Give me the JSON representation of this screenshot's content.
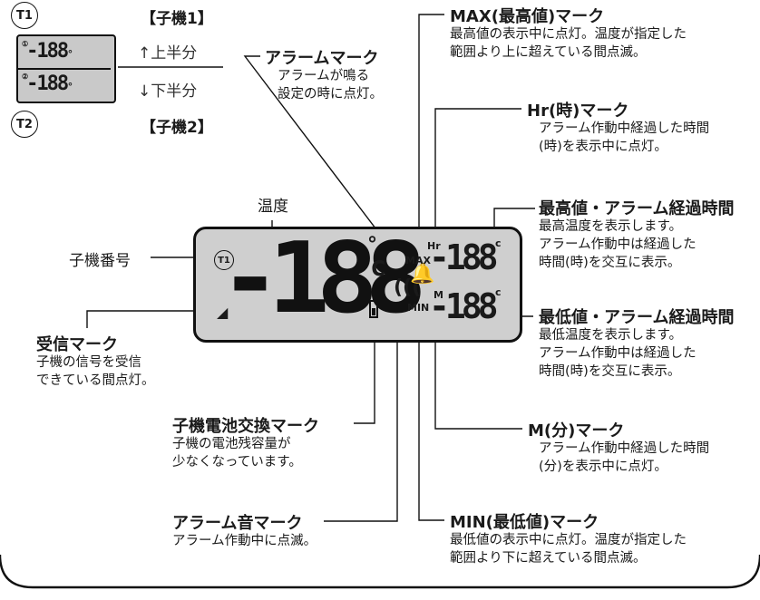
{
  "inset": {
    "t1": "T1",
    "t2": "T2",
    "unit1_label": "【子機1】",
    "unit2_label": "【子機2】",
    "upper_half": "↑上半分",
    "lower_half": "↓下半分"
  },
  "display": {
    "main_digits": "-188",
    "unit": "c",
    "upper_digits": "-188",
    "lower_digits": "-188",
    "small_c": "c",
    "t1": "T1",
    "hr": "Hr",
    "max": "MAX",
    "m": "M",
    "min": "MIN"
  },
  "labels": {
    "temperature": "温度",
    "unit_number": "子機番号"
  },
  "callouts": {
    "alarm_mark": {
      "title": "アラームマーク",
      "lines": [
        "アラームが鳴る",
        "設定の時に点灯。"
      ]
    },
    "max_mark": {
      "title": "MAX(最高値)マーク",
      "lines": [
        "最高値の表示中に点灯。温度が指定した",
        "範囲より上に超えている間点滅。"
      ]
    },
    "hr_mark": {
      "title": "Hr(時)マーク",
      "lines": [
        "アラーム作動中経過した時間",
        "(時)を表示中に点灯。"
      ]
    },
    "max_value": {
      "title": "最高値・アラーム経過時間",
      "lines": [
        "最高温度を表示します。",
        "アラーム作動中は経過した",
        "時間(時)を交互に表示。"
      ]
    },
    "min_value": {
      "title": "最低値・アラーム経過時間",
      "lines": [
        "最低温度を表示します。",
        "アラーム作動中は経過した",
        "時間(時)を交互に表示。"
      ]
    },
    "reception": {
      "title": "受信マーク",
      "lines": [
        "子機の信号を受信",
        "できている間点灯。"
      ]
    },
    "battery": {
      "title": "子機電池交換マーク",
      "lines": [
        "子機の電池残容量が",
        "少なくなっています。"
      ]
    },
    "m_mark": {
      "title": "M(分)マーク",
      "lines": [
        "アラーム作動中経過した時間",
        "(分)を表示中に点灯。"
      ]
    },
    "alarm_sound": {
      "title": "アラーム音マーク",
      "lines": [
        "アラーム作動中に点滅。"
      ]
    },
    "min_mark": {
      "title": "MIN(最低値)マーク",
      "lines": [
        "最低値の表示中に点灯。温度が指定した",
        "範囲より下に超えている間点滅。"
      ]
    }
  }
}
